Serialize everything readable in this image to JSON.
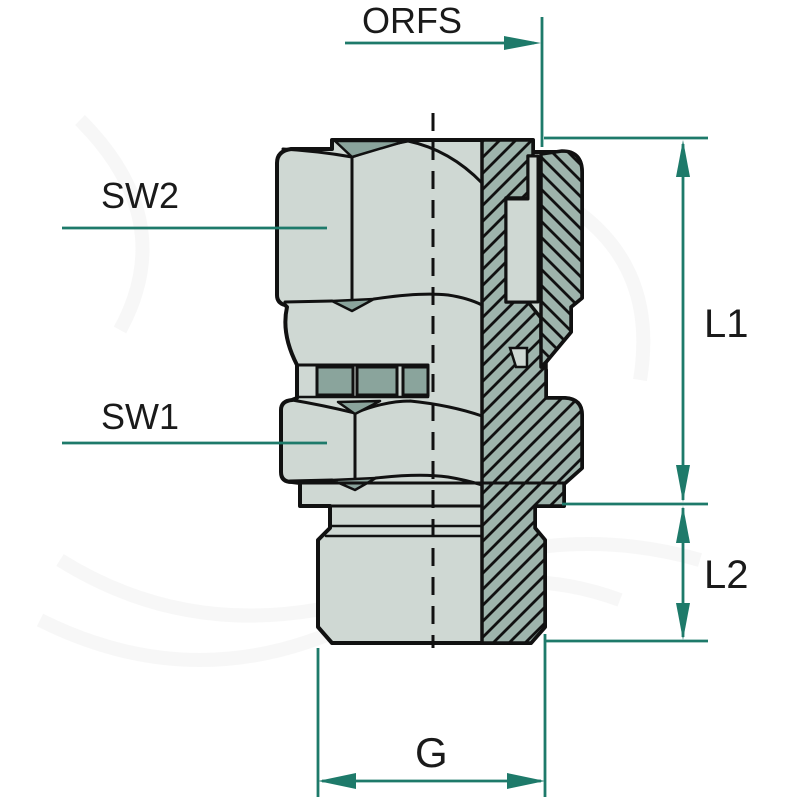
{
  "drawing": {
    "type": "technical-drawing",
    "subject": "hydraulic adapter fitting, half external view / half section",
    "labels": {
      "orfs": "ORFS",
      "sw2": "SW2",
      "sw1": "SW1",
      "l1": "L1",
      "l2": "L2",
      "g": "G"
    },
    "colors": {
      "background": "#ffffff",
      "outline": "#111111",
      "part_light": "#cfd8d3",
      "section_green": "#9eb4ac",
      "facet_green": "#8aa49c",
      "dimension_teal": "#1e7a6a",
      "label_color": "#1a1a1a"
    }
  }
}
